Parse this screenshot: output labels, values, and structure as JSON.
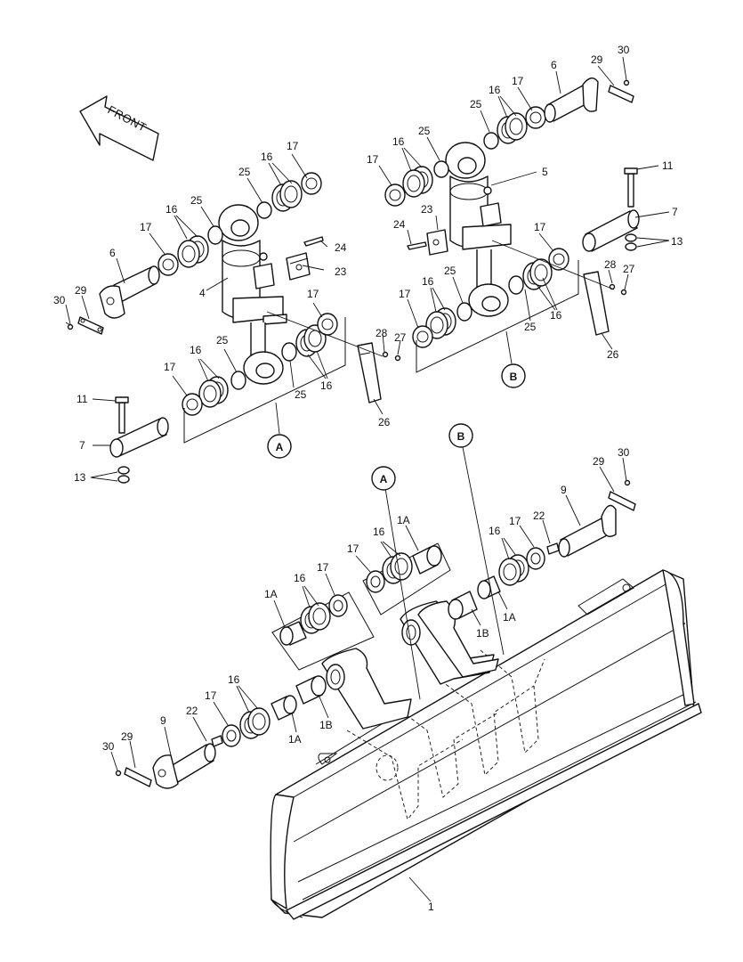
{
  "front_label": "FRONT",
  "callouts": {
    "A": "A",
    "B": "B"
  },
  "parts": {
    "p1": "1",
    "p1A": "1A",
    "p1B": "1B",
    "p4": "4",
    "p5": "5",
    "p6": "6",
    "p7": "7",
    "p9": "9",
    "p11": "11",
    "p13": "13",
    "p16": "16",
    "p17": "17",
    "p22": "22",
    "p23": "23",
    "p24": "24",
    "p25": "25",
    "p26": "26",
    "p27": "27",
    "p28": "28",
    "p29": "29",
    "p30": "30"
  }
}
